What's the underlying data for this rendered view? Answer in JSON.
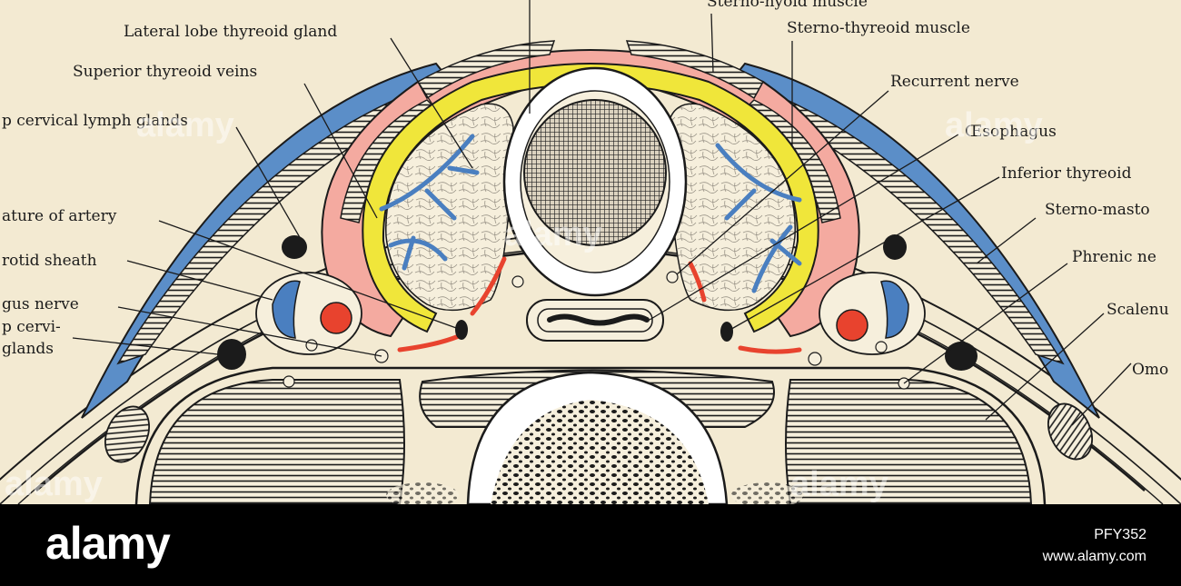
{
  "diagram": {
    "labels_left": [
      "Lateral lobe thyreoid gland",
      "Superior thyreoid veins",
      "p cervical lymph glands",
      "ature of artery",
      "rotid sheath",
      "gus nerve",
      "p cervi-",
      "glands"
    ],
    "labels_top": [
      "Sterno-hyoid muscle",
      "Sterno-thyreoid muscle"
    ],
    "labels_right": [
      "Recurrent nerve",
      "Œsophagus",
      "Inferior thyreoid",
      "Sterno-masto",
      "Phrenic ne",
      "Scalenu",
      "Omo"
    ],
    "colors": {
      "paper": "#f3ead2",
      "vein": "#5b8ec8",
      "artery": "#e8432e",
      "fascia": "#f4aaa0",
      "thyroid_capsule": "#f0e63a",
      "ink": "#1b1b1b"
    }
  },
  "watermark": {
    "brand": "alamy",
    "ghost": "alamy",
    "image_id": "PFY352",
    "url": "www.alamy.com"
  }
}
